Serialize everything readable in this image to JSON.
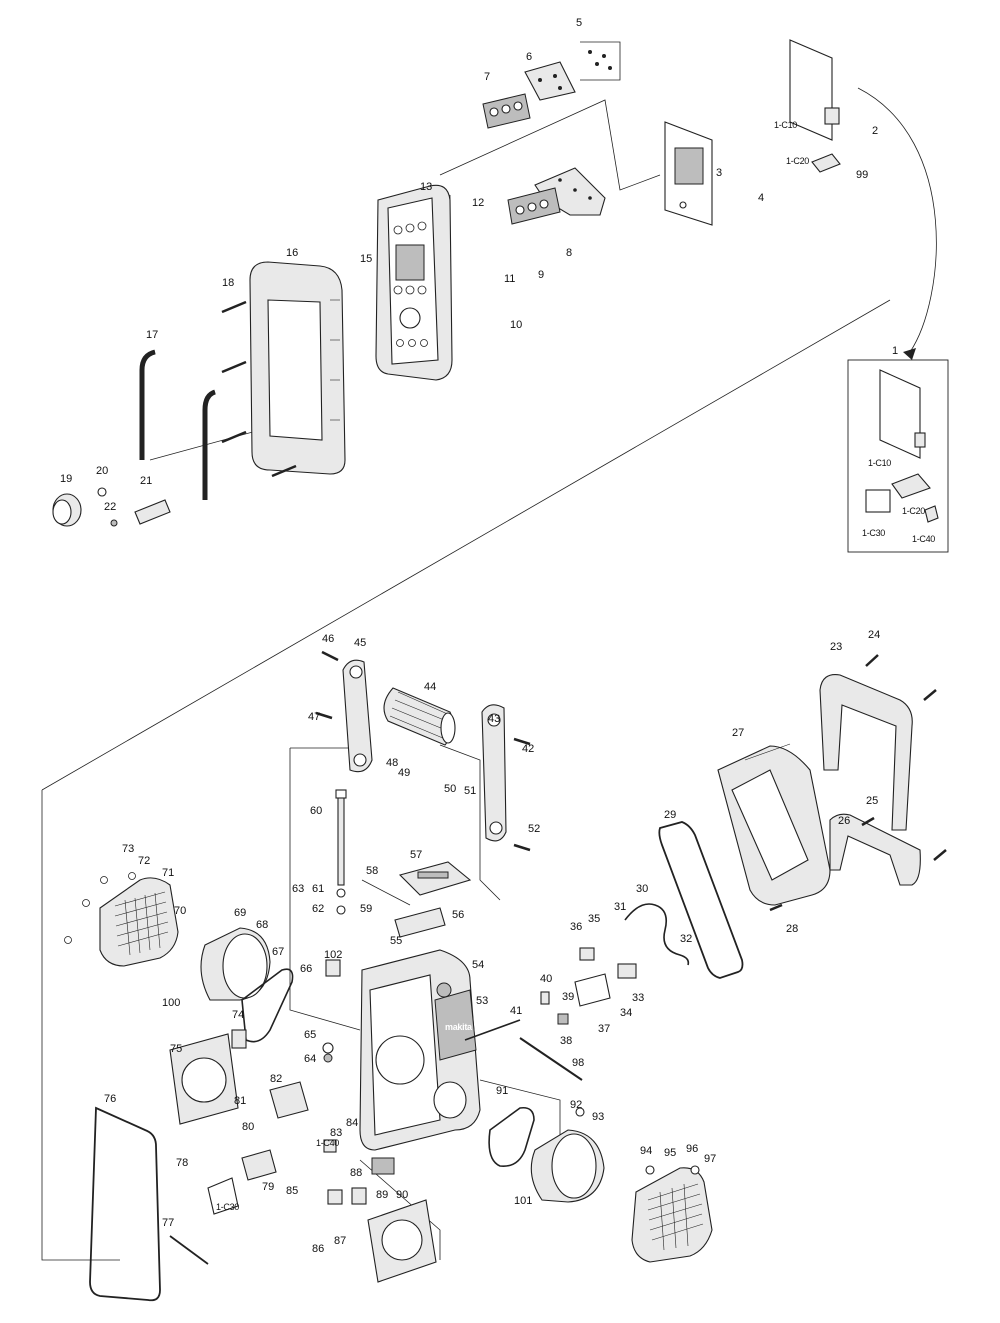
{
  "labels": [
    {
      "id": "l5",
      "text": "5"
    },
    {
      "id": "l6",
      "text": "6"
    },
    {
      "id": "l7",
      "text": "7"
    },
    {
      "id": "l13",
      "text": "13"
    },
    {
      "id": "l12",
      "text": "12"
    },
    {
      "id": "l9",
      "text": "9"
    },
    {
      "id": "l8",
      "text": "8"
    },
    {
      "id": "l11",
      "text": "11"
    },
    {
      "id": "l10",
      "text": "10"
    },
    {
      "id": "l15",
      "text": "15"
    },
    {
      "id": "l16",
      "text": "16"
    },
    {
      "id": "l18",
      "text": "18"
    },
    {
      "id": "l17",
      "text": "17"
    },
    {
      "id": "l19",
      "text": "19"
    },
    {
      "id": "l20",
      "text": "20"
    },
    {
      "id": "l21",
      "text": "21"
    },
    {
      "id": "l22",
      "text": "22"
    },
    {
      "id": "l3",
      "text": "3"
    },
    {
      "id": "l4",
      "text": "4"
    },
    {
      "id": "l2",
      "text": "2"
    },
    {
      "id": "l99",
      "text": "99"
    },
    {
      "id": "l1",
      "text": "1"
    },
    {
      "id": "l46",
      "text": "46"
    },
    {
      "id": "l45",
      "text": "45"
    },
    {
      "id": "l44",
      "text": "44"
    },
    {
      "id": "l43",
      "text": "43"
    },
    {
      "id": "l42",
      "text": "42"
    },
    {
      "id": "l47",
      "text": "47"
    },
    {
      "id": "l48",
      "text": "48"
    },
    {
      "id": "l49",
      "text": "49"
    },
    {
      "id": "l50",
      "text": "50"
    },
    {
      "id": "l51",
      "text": "51"
    },
    {
      "id": "l52",
      "text": "52"
    },
    {
      "id": "l60",
      "text": "60"
    },
    {
      "id": "l57",
      "text": "57"
    },
    {
      "id": "l58",
      "text": "58"
    },
    {
      "id": "l59",
      "text": "59"
    },
    {
      "id": "l56",
      "text": "56"
    },
    {
      "id": "l61",
      "text": "61"
    },
    {
      "id": "l62",
      "text": "62"
    },
    {
      "id": "l63",
      "text": "63"
    },
    {
      "id": "l55",
      "text": "55"
    },
    {
      "id": "l54",
      "text": "54"
    },
    {
      "id": "l53",
      "text": "53"
    },
    {
      "id": "l41",
      "text": "41"
    },
    {
      "id": "l23",
      "text": "23"
    },
    {
      "id": "l24",
      "text": "24"
    },
    {
      "id": "l27",
      "text": "27"
    },
    {
      "id": "l29",
      "text": "29"
    },
    {
      "id": "l26",
      "text": "26"
    },
    {
      "id": "l25",
      "text": "25"
    },
    {
      "id": "l28",
      "text": "28"
    },
    {
      "id": "l30",
      "text": "30"
    },
    {
      "id": "l31",
      "text": "31"
    },
    {
      "id": "l32",
      "text": "32"
    },
    {
      "id": "l35",
      "text": "35"
    },
    {
      "id": "l36",
      "text": "36"
    },
    {
      "id": "l33",
      "text": "33"
    },
    {
      "id": "l34",
      "text": "34"
    },
    {
      "id": "l40",
      "text": "40"
    },
    {
      "id": "l39",
      "text": "39"
    },
    {
      "id": "l37",
      "text": "37"
    },
    {
      "id": "l38",
      "text": "38"
    },
    {
      "id": "l98",
      "text": "98"
    },
    {
      "id": "l73",
      "text": "73"
    },
    {
      "id": "l72",
      "text": "72"
    },
    {
      "id": "l71",
      "text": "71"
    },
    {
      "id": "l70",
      "text": "70"
    },
    {
      "id": "l69",
      "text": "69"
    },
    {
      "id": "l68",
      "text": "68"
    },
    {
      "id": "l67",
      "text": "67"
    },
    {
      "id": "l66",
      "text": "66"
    },
    {
      "id": "l102",
      "text": "102"
    },
    {
      "id": "l100",
      "text": "100"
    },
    {
      "id": "l65",
      "text": "65"
    },
    {
      "id": "l64",
      "text": "64"
    },
    {
      "id": "l74",
      "text": "74"
    },
    {
      "id": "l75",
      "text": "75"
    },
    {
      "id": "l76",
      "text": "76"
    },
    {
      "id": "l82",
      "text": "82"
    },
    {
      "id": "l81",
      "text": "81"
    },
    {
      "id": "l80",
      "text": "80"
    },
    {
      "id": "l78",
      "text": "78"
    },
    {
      "id": "l79",
      "text": "79"
    },
    {
      "id": "l77",
      "text": "77"
    },
    {
      "id": "l83",
      "text": "83"
    },
    {
      "id": "l84",
      "text": "84"
    },
    {
      "id": "l85",
      "text": "85"
    },
    {
      "id": "l86",
      "text": "86"
    },
    {
      "id": "l87",
      "text": "87"
    },
    {
      "id": "l88",
      "text": "88"
    },
    {
      "id": "l89",
      "text": "89"
    },
    {
      "id": "l90",
      "text": "90"
    },
    {
      "id": "l91",
      "text": "91"
    },
    {
      "id": "l92",
      "text": "92"
    },
    {
      "id": "l93",
      "text": "93"
    },
    {
      "id": "l101",
      "text": "101"
    },
    {
      "id": "l94",
      "text": "94"
    },
    {
      "id": "l95",
      "text": "95"
    },
    {
      "id": "l96",
      "text": "96"
    },
    {
      "id": "l97",
      "text": "97"
    }
  ],
  "sublabels": [
    {
      "id": "s_c10a",
      "text": "1-C10"
    },
    {
      "id": "s_c20a",
      "text": "1-C20"
    },
    {
      "id": "s_c10b",
      "text": "1-C10"
    },
    {
      "id": "s_c20b",
      "text": "1-C20"
    },
    {
      "id": "s_c30b",
      "text": "1-C30"
    },
    {
      "id": "s_c40b",
      "text": "1-C40"
    },
    {
      "id": "s_c40c",
      "text": "1-C40"
    },
    {
      "id": "s_c30c",
      "text": "1-C30"
    }
  ],
  "logo_text": "makita"
}
